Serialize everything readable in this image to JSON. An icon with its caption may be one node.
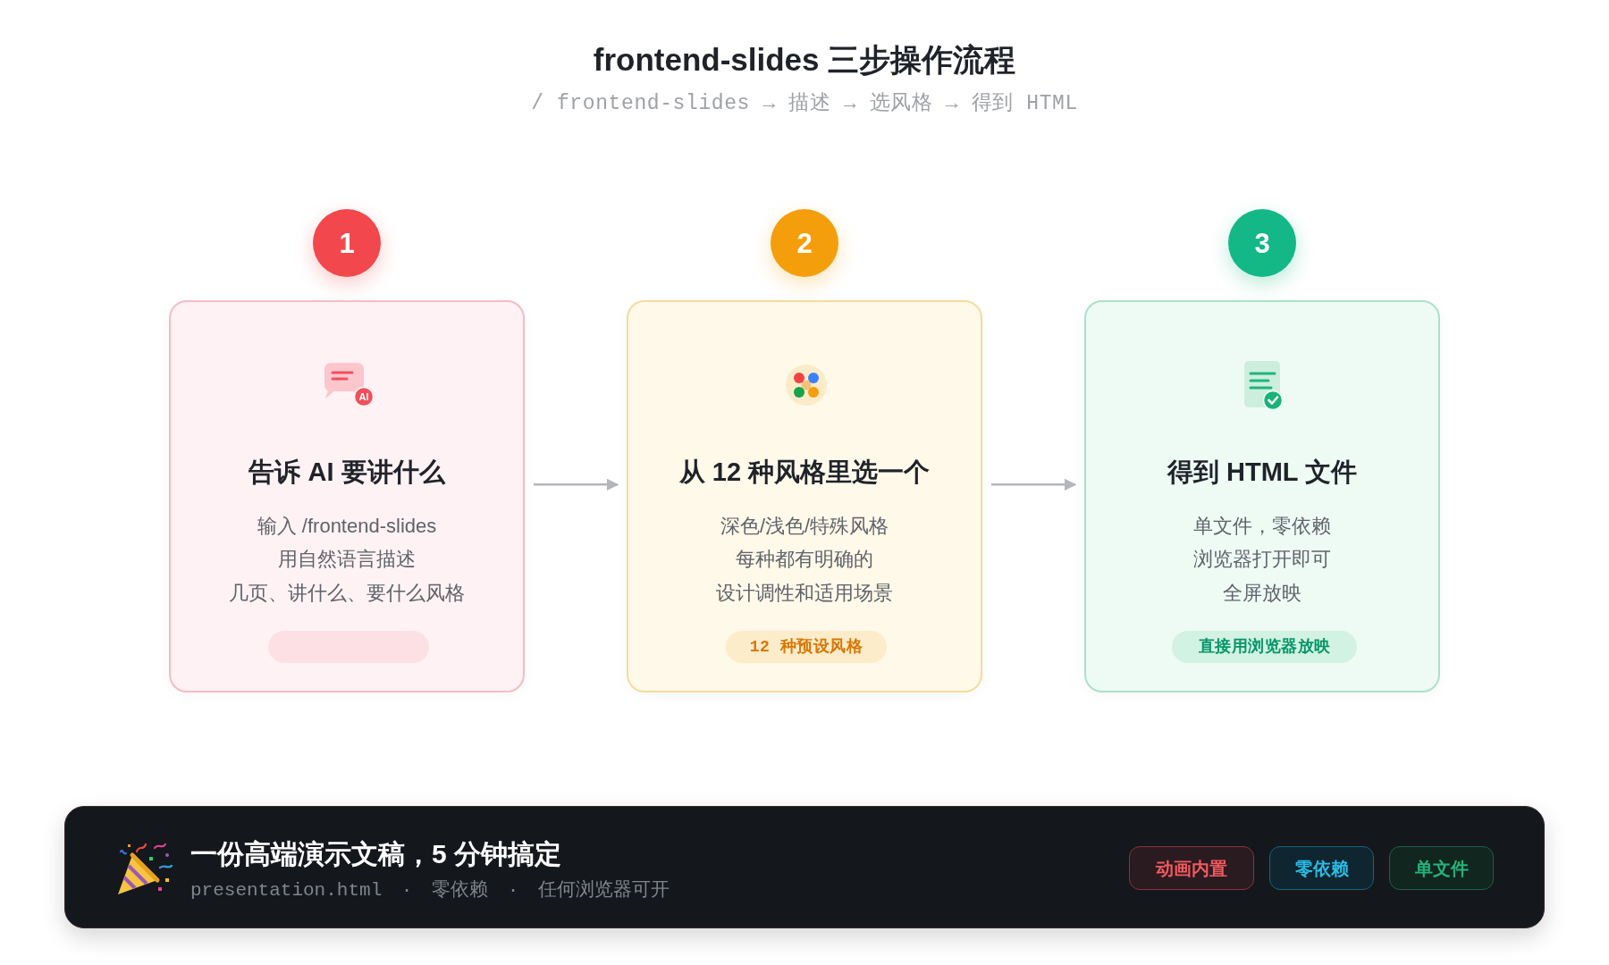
{
  "diagram": {
    "title": "frontend-slides 三步操作流程",
    "nodes": [
      {
        "text": [
          "1"
        ]
      },
      {
        "text": [
          "2"
        ]
      },
      {
        "text": [
          "3"
        ]
      },
      {
        "text": [
          "告诉 AI 要讲什么",
          "输入 /frontend-slides",
          "用自然语言描述",
          "几页、讲什么、要什么风格"
        ]
      },
      {
        "text": [],
        "shape": "box",
        "in": 3
      },
      {
        "text": [
          "从 12 种风格里选一个",
          "深色/浅色/特殊风格",
          "每种都有明确的",
          "设计调性和适用场景"
        ]
      },
      {
        "text": [
          "12 种预设风格"
        ],
        "in": 5
      },
      {
        "text": [
          "得到 HTML 文件",
          "单文件，零依赖",
          "浏览器打开即可",
          "全屏放映"
        ]
      },
      {
        "text": [
          "直接用浏览器放映"
        ],
        "in": 7
      },
      {
        "text": [
          "一份高端演示文稿，5 分钟搞定",
          "presentation.html · 零依赖 · 任何浏览器可开"
        ]
      },
      {
        "text": [
          "动画内置"
        ],
        "in": 9
      },
      {
        "text": [
          "零依赖"
        ],
        "in": 9
      },
      {
        "text": [
          "单文件"
        ],
        "in": 9
      }
    ],
    "edges": [
      {
        "from": 3,
        "to": 5,
        "arrow": "to"
      },
      {
        "from": 5,
        "to": 7,
        "arrow": "to"
      }
    ],
    "labels": [
      "/ frontend-slides → 描述 → 选风格 → 得到 HTML",
      "AI"
    ]
  }
}
